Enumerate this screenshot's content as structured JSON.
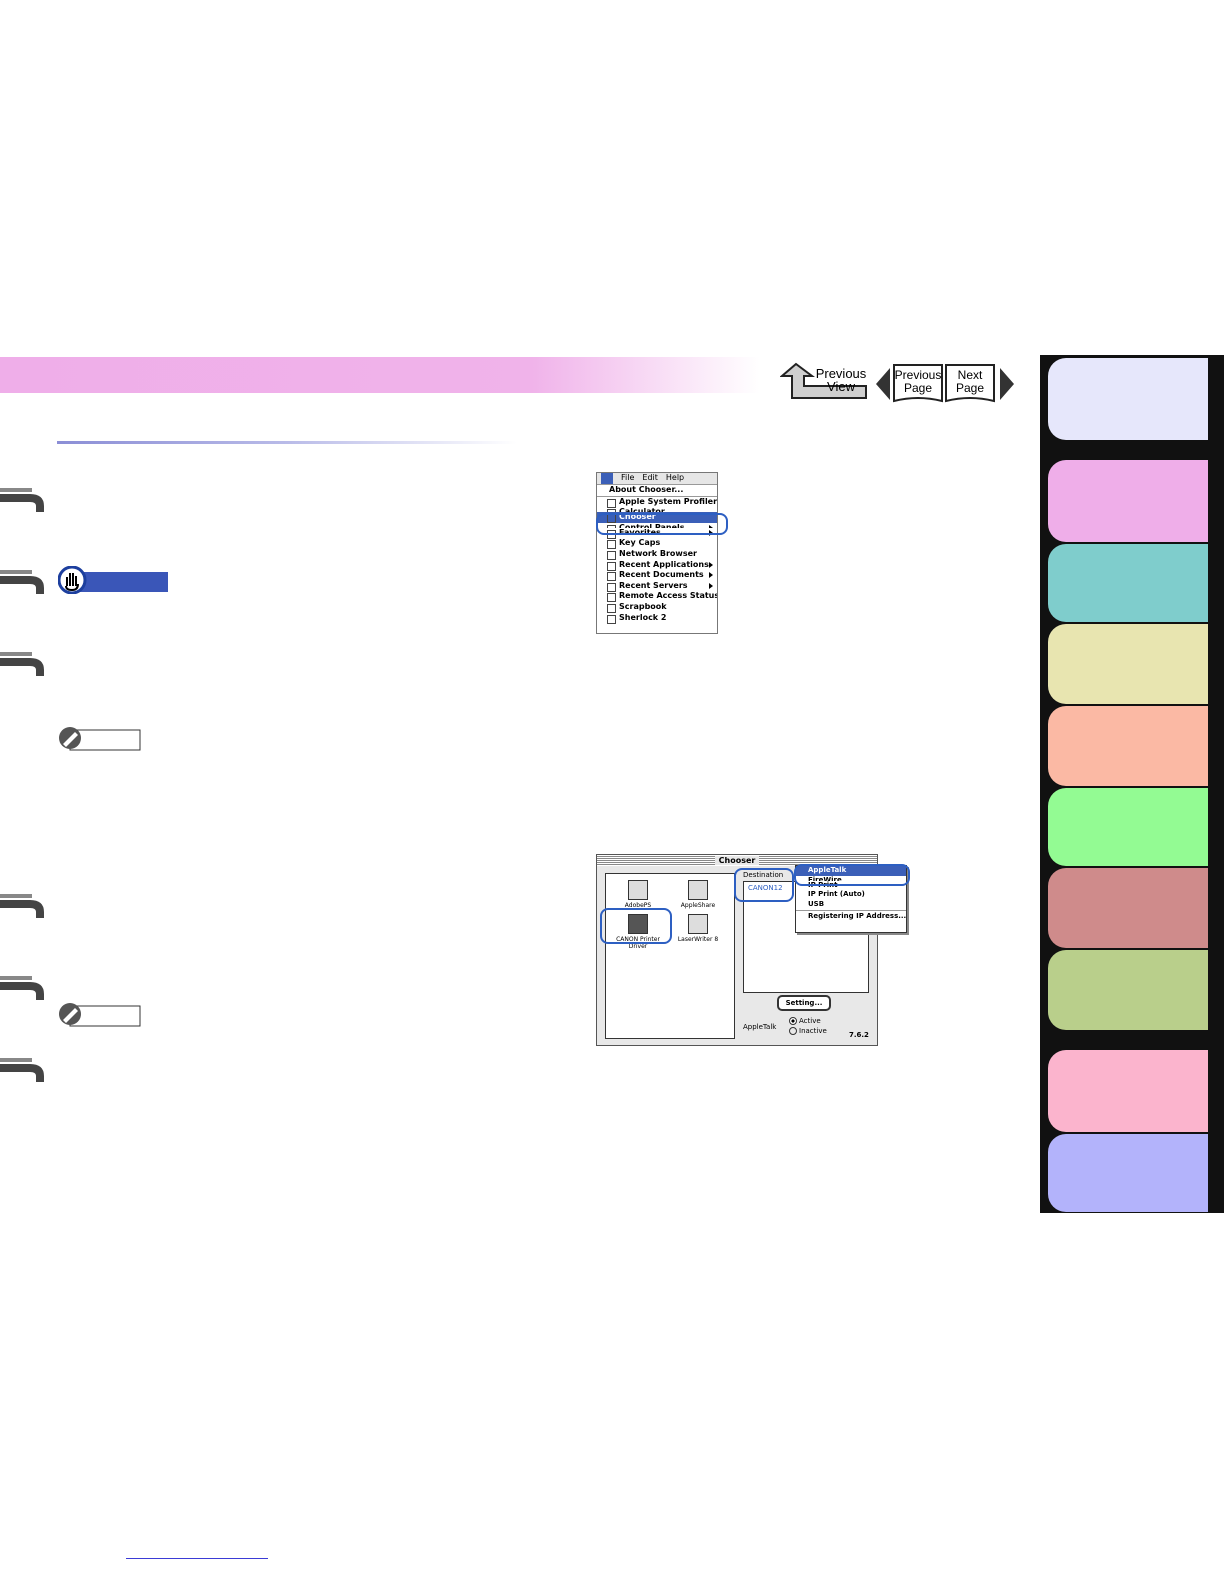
{
  "nav": {
    "previous_view_label": "Previous\nView",
    "previous_page_label": "Previous\nPage",
    "next_page_label": "Next\nPage"
  },
  "colors": {
    "header_pink": "#efaee9",
    "tabs": [
      "#e6e7fb",
      "#efaee9",
      "#7fcdcc",
      "#e8e5b0",
      "#fbb9a4",
      "#93fb93",
      "#cf8b8b",
      "#b9cf8b",
      "#fbb4cd",
      "#b3b3fb"
    ]
  },
  "menu_screenshot": {
    "menubar": [
      "File",
      "Edit",
      "Help"
    ],
    "items": [
      {
        "label": "About Chooser...",
        "type": "about"
      },
      {
        "label": "Apple System Profiler",
        "type": "item"
      },
      {
        "label": "Calculator",
        "type": "cut"
      },
      {
        "label": "Chooser",
        "type": "selected"
      },
      {
        "label": "Control Panels",
        "type": "cut",
        "submenu": true
      },
      {
        "label": "Favorites",
        "type": "item",
        "submenu": true
      },
      {
        "label": "Key Caps",
        "type": "item"
      },
      {
        "label": "Network Browser",
        "type": "item"
      },
      {
        "label": "Recent Applications",
        "type": "item",
        "submenu": true
      },
      {
        "label": "Recent Documents",
        "type": "item",
        "submenu": true
      },
      {
        "label": "Recent Servers",
        "type": "item",
        "submenu": true
      },
      {
        "label": "Remote Access Status",
        "type": "item"
      },
      {
        "label": "Scrapbook",
        "type": "item"
      },
      {
        "label": "Sherlock 2",
        "type": "item"
      }
    ]
  },
  "chooser_screenshot": {
    "title": "Chooser",
    "drivers": [
      "AdobePS",
      "AppleShare",
      "CANON Printer Driver",
      "LaserWriter 8"
    ],
    "destination_label": "Destination",
    "destination_value": "CANON12",
    "popup_items": [
      "AppleTalk",
      "FireWire",
      "IP Print",
      "IP Print (Auto)",
      "USB",
      "Registering IP Address..."
    ],
    "setting_button": "Setting...",
    "appletalk_label": "AppleTalk",
    "active_label": "Active",
    "inactive_label": "Inactive",
    "version": "7.6.2"
  }
}
